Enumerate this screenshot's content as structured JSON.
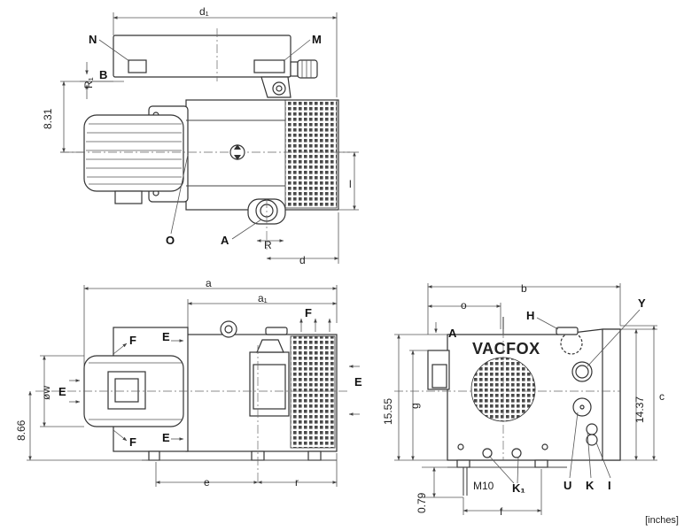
{
  "units": "[inches]",
  "brand": "VACFOX",
  "top_view": {
    "labels": {
      "N": "N",
      "M": "M",
      "B": "B",
      "O": "O",
      "A": "A"
    },
    "dims": {
      "d1": "d₁",
      "R1": "R₁",
      "h831": "8.31",
      "l": "l",
      "R": "R",
      "d": "d"
    }
  },
  "side_view": {
    "labels": {
      "F": "F",
      "E": "E"
    },
    "dims": {
      "a": "a",
      "a1": "a₁",
      "w": "øw",
      "h866": "8.66",
      "e": "e",
      "r": "r"
    }
  },
  "end_view": {
    "labels": {
      "A": "A",
      "H": "H",
      "Y": "Y",
      "U": "U",
      "K": "K",
      "I": "I",
      "K1": "K₁"
    },
    "dims": {
      "b": "b",
      "o": "o",
      "g": "g",
      "c": "c",
      "h1555": "15.55",
      "h1437": "14.37",
      "h079": "0.79",
      "M10": "M10",
      "f": "f"
    }
  }
}
